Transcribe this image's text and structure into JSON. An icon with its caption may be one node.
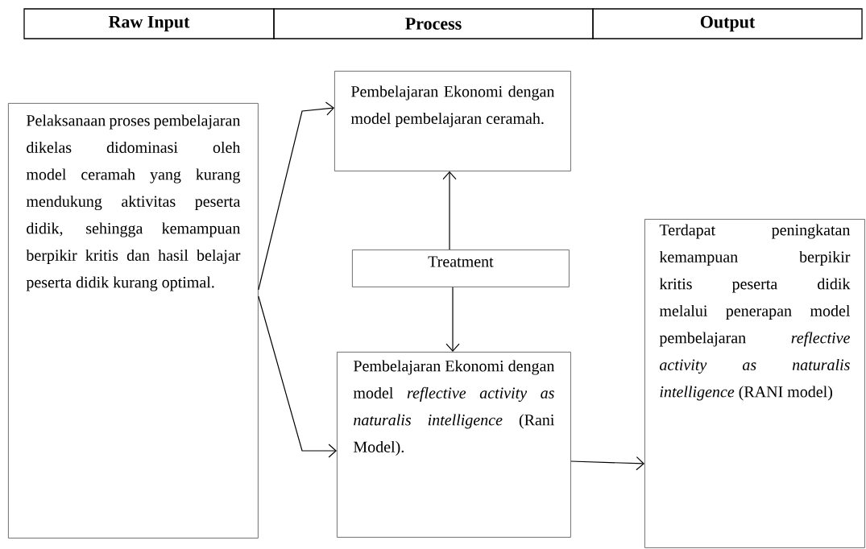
{
  "diagram": {
    "nodes": [
      {
        "text": [
          "Pelaksanaan proses pembelajaran dikelas didominasi oleh model ceramah yang kurang mendukung aktivitas peserta didik, sehingga kemampuan berpikir kritis dan hasil belajar peserta didik kurang optimal."
        ]
      },
      {
        "text": [
          "Pembelajaran Ekonomi dengan model pembelajaran ceramah."
        ]
      },
      {
        "text": [
          "Treatment"
        ]
      },
      {
        "text": [
          "Pembelajaran Ekonomi dengan model *reflective activity as naturalis intelligence* (Rani Model)."
        ]
      },
      {
        "text": [
          "Terdapat peningkatan kemampuan berpikir kritis peserta didik melalui penerapan model pembelajaran *reflective activity as naturalis intelligence* (RANI model)"
        ]
      }
    ],
    "edges": [
      {
        "from": 0,
        "to": 1,
        "arrow": "to"
      },
      {
        "from": 0,
        "to": 3,
        "arrow": "to"
      },
      {
        "from": 2,
        "to": 1,
        "arrow": "to"
      },
      {
        "from": 2,
        "to": 3,
        "arrow": "to"
      },
      {
        "from": 3,
        "to": 4,
        "arrow": "to"
      }
    ],
    "labels": [
      "Raw Input",
      "Process",
      "Output"
    ]
  }
}
